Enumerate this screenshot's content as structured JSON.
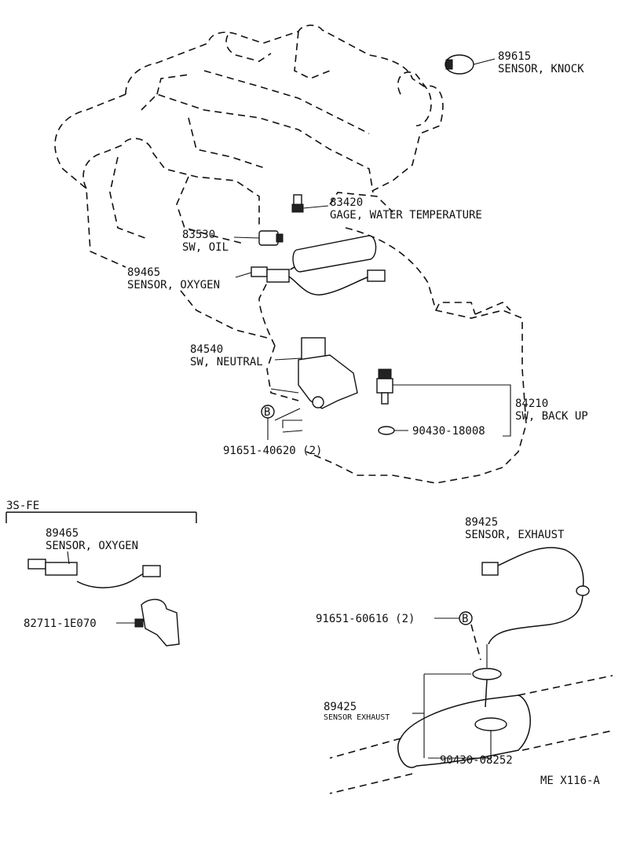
{
  "parts": {
    "knock_sensor": {
      "number": "89615",
      "name": "SENSOR, KNOCK"
    },
    "water_temp_gage": {
      "number": "83420",
      "name": "GAGE, WATER TEMPERATURE"
    },
    "oil_switch": {
      "number": "83530",
      "name": "SW, OIL"
    },
    "oxygen_sensor_main": {
      "number": "89465",
      "name": "SENSOR, OXYGEN"
    },
    "neutral_switch": {
      "number": "84540",
      "name": "SW, NEUTRAL"
    },
    "neutral_bolt": {
      "number": "91651-40620 (2)"
    },
    "backup_switch": {
      "number": "84210",
      "name": "SW, BACK UP"
    },
    "backup_gasket": {
      "number": "90430-18008"
    }
  },
  "variant_3sfe": {
    "heading": "3S-FE",
    "oxygen_sensor": {
      "number": "89465",
      "name": "SENSOR, OXYGEN"
    },
    "clamp": {
      "number": "82711-1E070"
    }
  },
  "exhaust": {
    "sensor_top": {
      "number": "89425",
      "name": "SENSOR, EXHAUST"
    },
    "bolt": {
      "number": "91651-60616 (2)"
    },
    "sensor_lower": {
      "number": "89425",
      "name": "SENSOR EXHAUST"
    },
    "gasket": {
      "number": "90430-08252"
    }
  },
  "bolt_symbol": "B",
  "footer": {
    "code": "ME X116-A"
  }
}
